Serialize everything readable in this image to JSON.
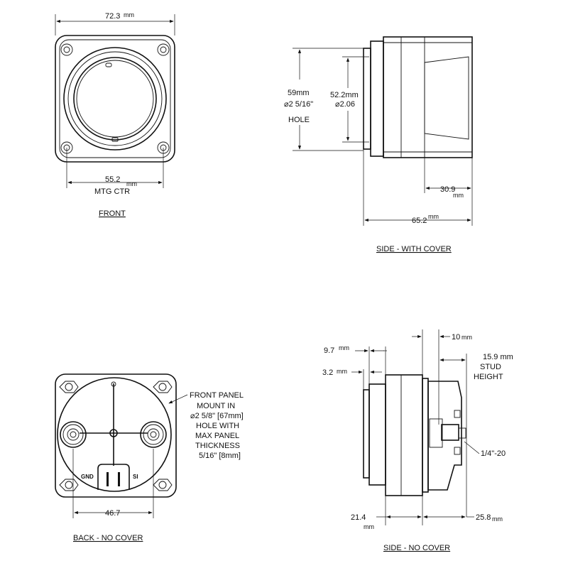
{
  "views": {
    "front": {
      "label": "FRONT",
      "width_dim": "72.3",
      "width_unit": "mm",
      "mtg_dim": "55.2",
      "mtg_unit": "mm",
      "mtg_label": "MTG CTR"
    },
    "side_with_cover": {
      "label": "SIDE - WITH COVER",
      "hole_dim": "59mm",
      "hole_inch": "⌀2 5/16\"",
      "hole_label": "HOLE",
      "body_dim": "52.2mm",
      "body_inch": "⌀2.06",
      "cover_depth": "30.9",
      "cover_depth_unit": "mm",
      "total_depth": "65.2",
      "total_depth_unit": "mm"
    },
    "back_no_cover": {
      "label": "BACK - NO COVER",
      "stud_spacing": "46.7",
      "terminal_left": "GND",
      "terminal_right": "SI",
      "note_lines": [
        "FRONT PANEL",
        "MOUNT IN",
        "⌀2 5/8\" [67mm]",
        "HOLE WITH",
        "MAX PANEL",
        "THICKNESS",
        "5/16\" [8mm]"
      ]
    },
    "side_no_cover": {
      "label": "SIDE - NO COVER",
      "dim_9_7": "9.7",
      "dim_9_7_unit": "mm",
      "dim_3_2": "3.2",
      "dim_3_2_unit": "mm",
      "dim_10": "10",
      "dim_10_unit": "mm",
      "stud_height": "15.9 mm",
      "stud_label_1": "STUD",
      "stud_label_2": "HEIGHT",
      "thread": "1/4\"-20",
      "dim_21_4": "21.4",
      "dim_21_4_unit": "mm",
      "dim_25_8": "25.8",
      "dim_25_8_unit": "mm"
    }
  }
}
